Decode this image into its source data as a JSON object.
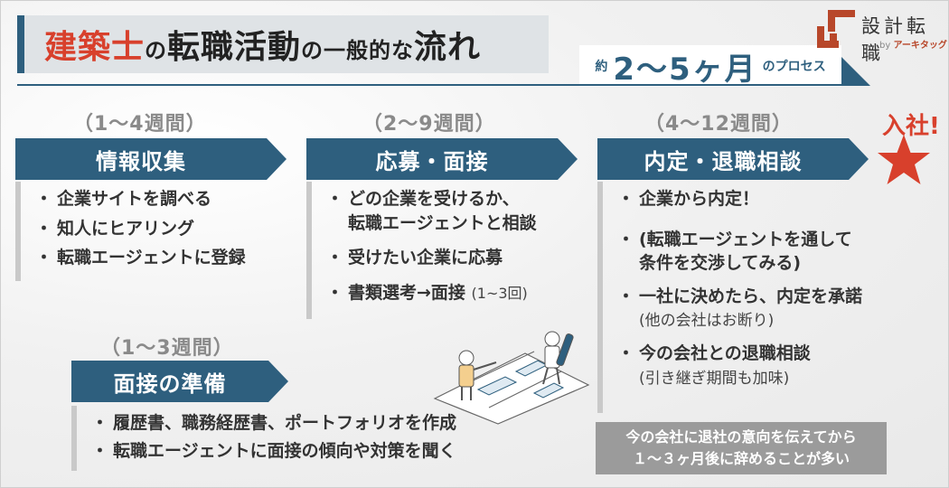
{
  "header": {
    "title_part1": "建築士",
    "title_part2": "の",
    "title_part3": "転職活動",
    "title_part4": "の一般的な",
    "title_part5": "流れ",
    "process_prefix": "約",
    "process_range": "2～5ヶ月",
    "process_suffix": "のプロセス"
  },
  "logo": {
    "name": "設計転職",
    "by": "by",
    "brand": "アーキタッグ",
    "colors": {
      "mark": "#b8472a"
    }
  },
  "stages": [
    {
      "duration": "（1～4週間）",
      "label": "情報収集",
      "items": [
        "企業サイトを調べる",
        "知人にヒアリング",
        "転職エージェントに登録"
      ]
    },
    {
      "duration": "（2～9週間）",
      "label": "応募・面接",
      "items": [
        {
          "line1": "どの企業を受けるか、",
          "line2": "転職エージェントと相談"
        },
        "受けたい企業に応募",
        {
          "main": "書類選考→面接",
          "note": "(1~3回)"
        }
      ]
    },
    {
      "duration": "（4～12週間）",
      "label": "内定・退職相談",
      "items": [
        "企業から内定！",
        {
          "line1": "(転職エージェントを通して",
          "line2": "条件を交渉してみる)"
        },
        {
          "line1": "一社に決めたら、内定を承諾",
          "line2": "(他の会社はお断り)"
        },
        {
          "line1": "今の会社との退職相談",
          "line2": "(引き継ぎ期間も加味)"
        }
      ]
    },
    {
      "duration": "（1～3週間）",
      "label": "面接の準備",
      "items": [
        "履歴書、職務経歴書、ポートフォリオを作成",
        "転職エージェントに面接の傾向や対策を聞く"
      ]
    }
  ],
  "bullet_char": "・",
  "joined": "入社!",
  "footnote": {
    "line1": "今の会社に退社の意向を伝えてから",
    "line2": "１～３ヶ月後に辞めることが多い"
  },
  "colors": {
    "banner": "#2e5f7e",
    "accent": "#d8402c",
    "duration_text": "#8a8a8a",
    "footnote_bg": "#9b9b9b"
  }
}
